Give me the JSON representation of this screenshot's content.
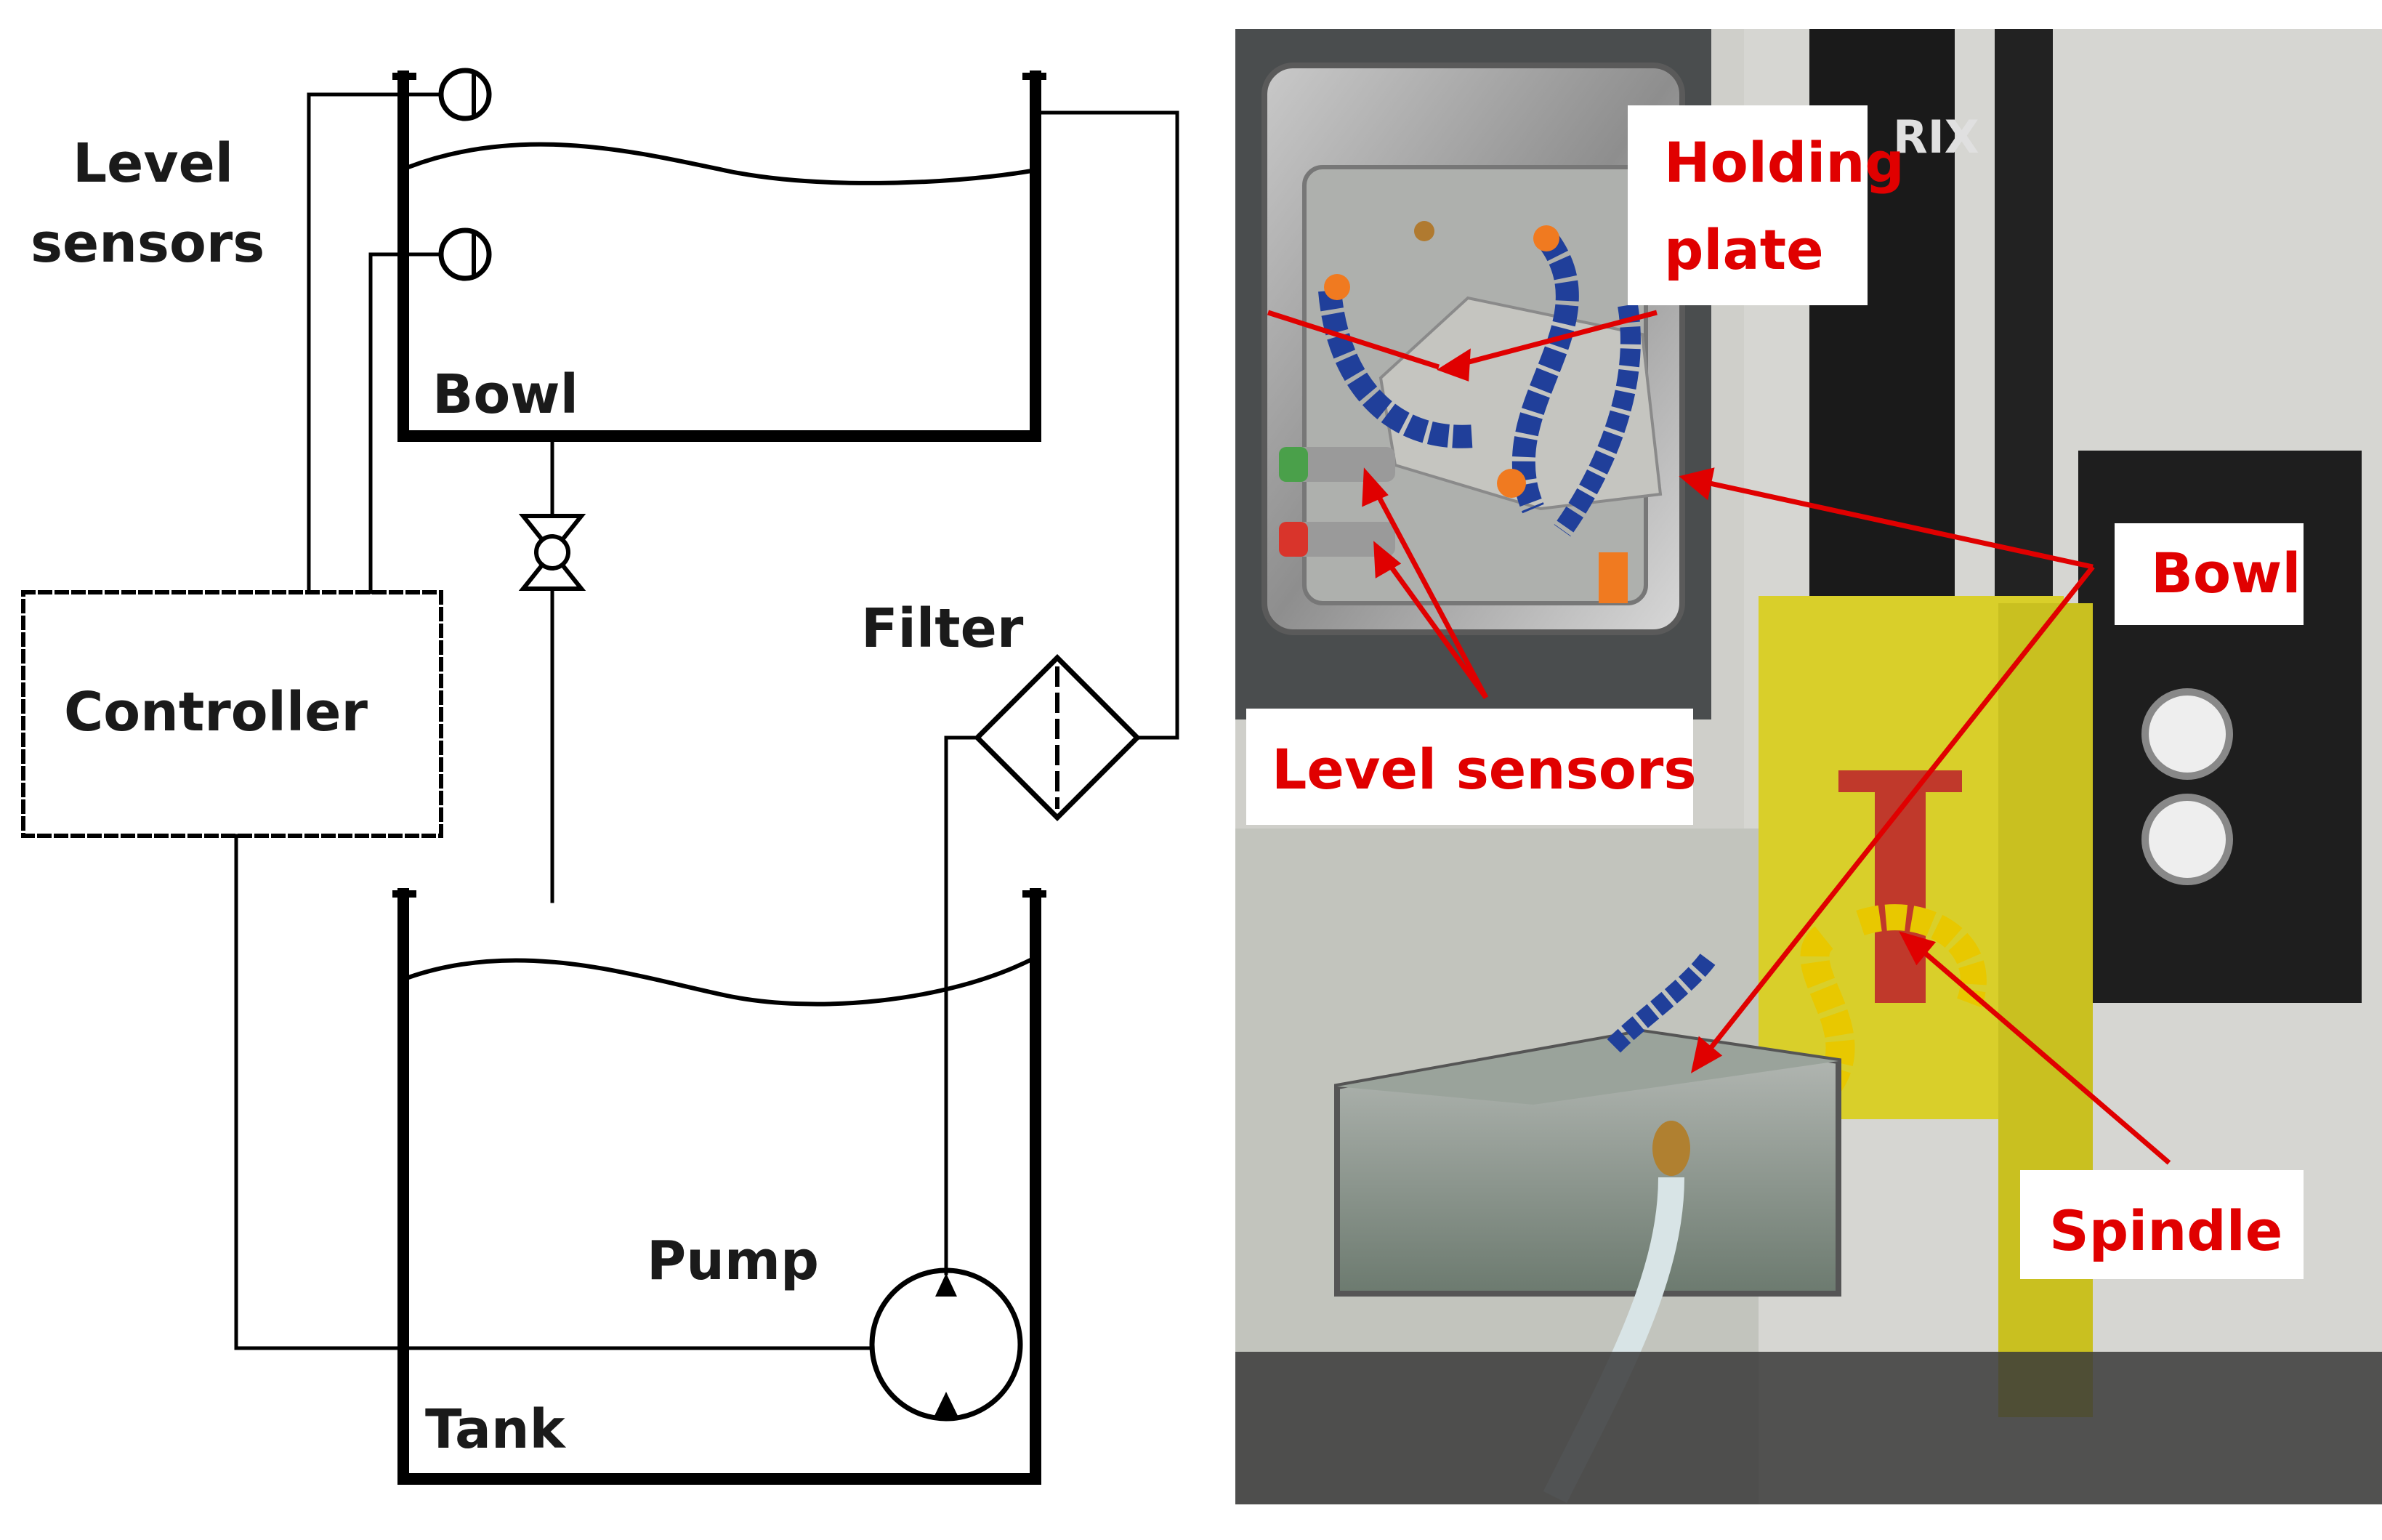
{
  "schematic": {
    "level_sensors_label_line1": "Level",
    "level_sensors_label_line2": "sensors",
    "bowl_label": "Bowl",
    "controller_label": "Controller",
    "filter_label": "Filter",
    "pump_label": "Pump",
    "tank_label": "Tank"
  },
  "photo": {
    "holding_plate_line1": "Holding",
    "holding_plate_line2": "plate",
    "bowl_label": "Bowl",
    "level_sensors_label": "Level sensors",
    "spindle_label": "Spindle",
    "brand_fragment": "RIX",
    "callout_color": "#ff0000"
  }
}
